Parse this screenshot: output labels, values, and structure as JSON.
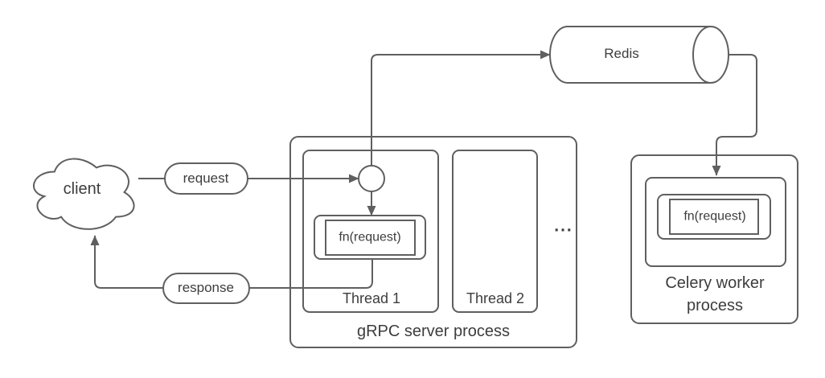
{
  "diagram": {
    "kind": "architecture-flowchart",
    "colors": {
      "stroke": "#5f5f5f",
      "text": "#3d3d3d",
      "background": "#ffffff"
    },
    "nodes": {
      "client": {
        "label": "client",
        "shape": "cloud"
      },
      "request": {
        "label": "request",
        "shape": "pill"
      },
      "response": {
        "label": "response",
        "shape": "pill"
      },
      "redis": {
        "label": "Redis",
        "shape": "horizontal-cylinder"
      },
      "grpc_process": {
        "label": "gRPC server process",
        "shape": "rounded-rect"
      },
      "thread1": {
        "label": "Thread 1",
        "shape": "rounded-rect"
      },
      "thread2": {
        "label": "Thread 2",
        "shape": "rounded-rect"
      },
      "more_threads": {
        "label": "...",
        "shape": "text"
      },
      "entry_point": {
        "label": "",
        "shape": "circle"
      },
      "fn_thread1": {
        "label": "fn(request)",
        "shape": "framed-rect"
      },
      "celery_process": {
        "label": "Celery worker process",
        "shape": "rounded-rect"
      },
      "celery_thread": {
        "label": "",
        "shape": "rounded-rect"
      },
      "fn_celery": {
        "label": "fn(request)",
        "shape": "framed-rect"
      }
    },
    "edges": [
      {
        "from": "client",
        "to": "request",
        "arrow": false
      },
      {
        "from": "request",
        "to": "entry_point",
        "arrow": true
      },
      {
        "from": "entry_point",
        "to": "fn_thread1",
        "arrow": true
      },
      {
        "from": "entry_point",
        "to": "redis",
        "arrow": true
      },
      {
        "from": "redis",
        "to": "celery_thread",
        "arrow": true
      },
      {
        "from": "fn_thread1",
        "to": "response",
        "arrow": false
      },
      {
        "from": "response",
        "to": "client",
        "arrow": true
      }
    ]
  }
}
